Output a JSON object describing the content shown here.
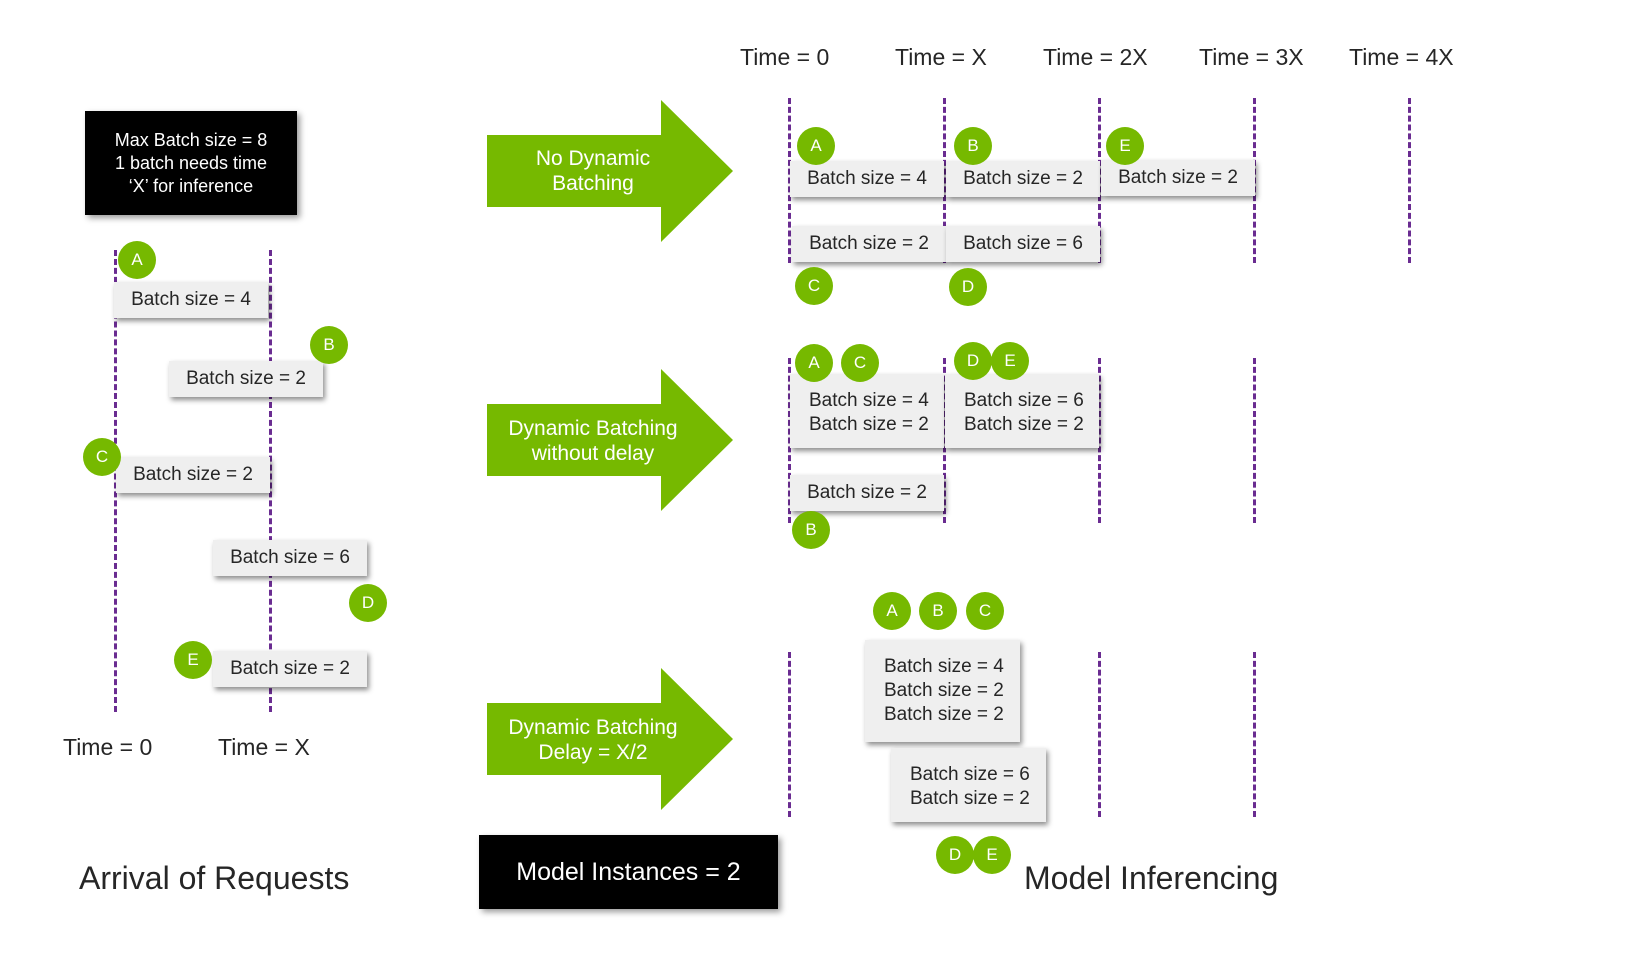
{
  "colors": {
    "accent_green": "#76b900",
    "divider_purple": "#6a2c91",
    "box_fill": "#efefef",
    "black": "#000000"
  },
  "info_box": {
    "line1": "Max Batch size = 8",
    "line2": "1 batch needs time",
    "line3": "‘X’ for inference"
  },
  "model_instances": "Model Instances = 2",
  "arrival": {
    "title": "Arrival of Requests",
    "time_labels": [
      "Time = 0",
      "Time = X"
    ],
    "requests": [
      {
        "id": "A",
        "label": "Batch size = 4"
      },
      {
        "id": "B",
        "label": "Batch size = 2"
      },
      {
        "id": "C",
        "label": "Batch size = 2"
      },
      {
        "id": "D",
        "label": "Batch size = 6"
      },
      {
        "id": "E",
        "label": "Batch size = 2"
      }
    ]
  },
  "inference": {
    "title": "Model Inferencing",
    "time_labels": [
      "Time = 0",
      "Time = X",
      "Time = 2X",
      "Time = 3X",
      "Time = 4X"
    ],
    "no_dynamic": {
      "arrow": "No Dynamic\nBatching",
      "boxes": [
        {
          "label": "Batch size = 4",
          "id": "A"
        },
        {
          "label": "Batch size = 2",
          "id": "B"
        },
        {
          "label": "Batch size = 2",
          "id": "E"
        },
        {
          "label": "Batch size = 2",
          "id": "C"
        },
        {
          "label": "Batch size = 6",
          "id": "D"
        }
      ]
    },
    "dynamic_no_delay": {
      "arrow": "Dynamic Batching\nwithout delay",
      "box1": {
        "lines": [
          "Batch size = 4",
          "Batch size = 2"
        ],
        "ids": [
          "A",
          "C"
        ]
      },
      "box2": {
        "lines": [
          "Batch size = 6",
          "Batch size = 2"
        ],
        "ids": [
          "D",
          "E"
        ]
      },
      "box3": {
        "label": "Batch size = 2",
        "id": "B"
      }
    },
    "dynamic_delay": {
      "arrow": "Dynamic Batching\nDelay = X/2",
      "box1": {
        "lines": [
          "Batch size = 4",
          "Batch size = 2",
          "Batch size = 2"
        ],
        "ids": [
          "A",
          "B",
          "C"
        ]
      },
      "box2": {
        "lines": [
          "Batch size = 6",
          "Batch size = 2"
        ],
        "ids": [
          "D",
          "E"
        ]
      }
    }
  }
}
